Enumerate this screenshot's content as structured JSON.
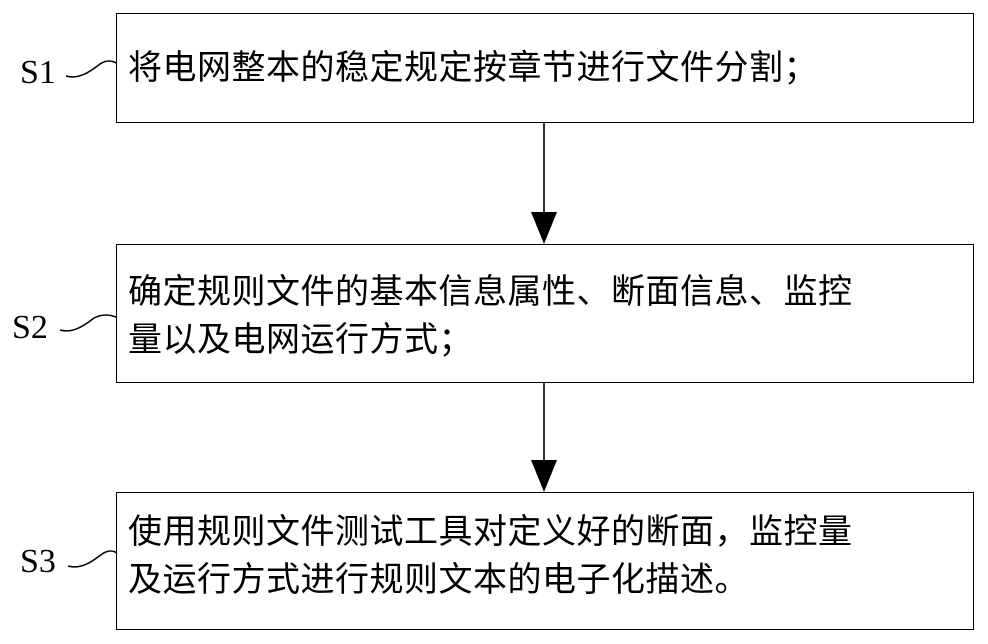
{
  "steps": [
    {
      "label": "S1",
      "lines": [
        "将电网整本的稳定规定按章节进行文件分割；"
      ]
    },
    {
      "label": "S2",
      "lines": [
        "确定规则文件的基本信息属性、断面信息、监控",
        "量以及电网运行方式；"
      ]
    },
    {
      "label": "S3",
      "lines": [
        "使用规则文件测试工具对定义好的断面，监控量",
        "及运行方式进行规则文本的电子化描述。"
      ]
    }
  ]
}
